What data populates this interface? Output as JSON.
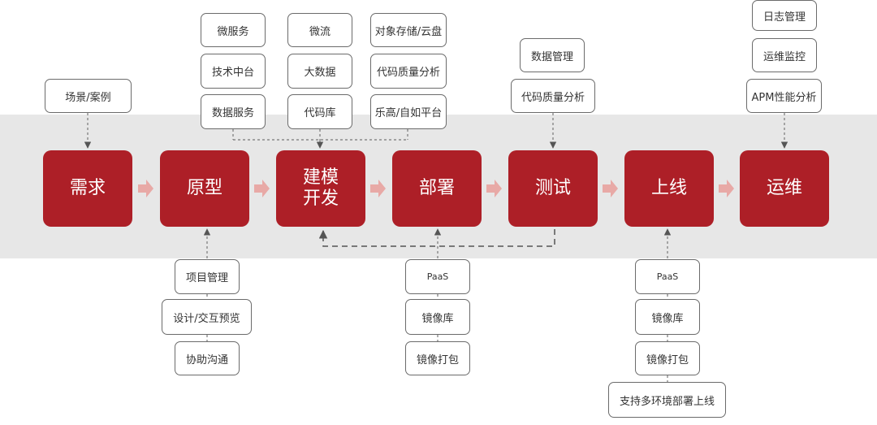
{
  "stages": [
    {
      "label": "需求"
    },
    {
      "label": "原型"
    },
    {
      "label": "建模\n开发"
    },
    {
      "label": "部署"
    },
    {
      "label": "测试"
    },
    {
      "label": "上线"
    },
    {
      "label": "运维"
    }
  ],
  "top_boxes": {
    "requirement": [
      "场景/案例"
    ],
    "prototype_dev_col1": [
      "微服务",
      "技术中台",
      "数据服务"
    ],
    "prototype_dev_col2": [
      "微流",
      "大数据",
      "代码库"
    ],
    "prototype_dev_col3": [
      "对象存储/云盘",
      "代码质量分析",
      "乐高/自如平台"
    ],
    "test": [
      "数据管理",
      "代码质量分析"
    ],
    "ops": [
      "日志管理",
      "运维监控",
      "APM性能分析"
    ]
  },
  "bottom_boxes": {
    "prototype": [
      "项目管理",
      "设计/交互预览",
      "协助沟通"
    ],
    "deploy": [
      "PaaS",
      "镜像库",
      "镜像打包"
    ],
    "online": [
      "PaaS",
      "镜像库",
      "镜像打包",
      "支持多环境部署上线"
    ]
  },
  "colors": {
    "stage": "#ad1f27",
    "band": "#e7e7e7",
    "arrow": "#e8a9a6",
    "border": "#6b6b6b"
  }
}
